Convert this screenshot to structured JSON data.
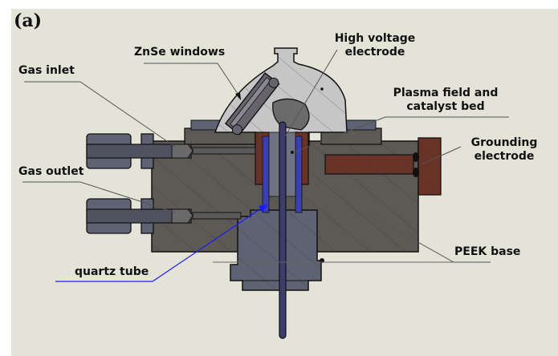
{
  "figure": {
    "panel_label": "(a)",
    "colors": {
      "background": "#e4e3d8",
      "peek_base": "#5d5a56",
      "fittings": "#5d6070",
      "high_voltage_electrode": "#c4c4c4",
      "grounding_electrode": "#6a3328",
      "quartz_tube": "#3b3fb0",
      "leader_line": "#555555",
      "quartz_leader": "#1a1aff"
    },
    "labels": {
      "znse_windows": "ZnSe windows",
      "high_voltage_electrode_line1": "High voltage",
      "high_voltage_electrode_line2": "electrode",
      "gas_inlet": "Gas inlet",
      "plasma_field_line1": "Plasma field and",
      "plasma_field_line2": "catalyst bed",
      "grounding_electrode_line1": "Grounding",
      "grounding_electrode_line2": "electrode",
      "gas_outlet": "Gas outlet",
      "quartz_tube": "quartz tube",
      "peek_base": "PEEK base"
    }
  }
}
